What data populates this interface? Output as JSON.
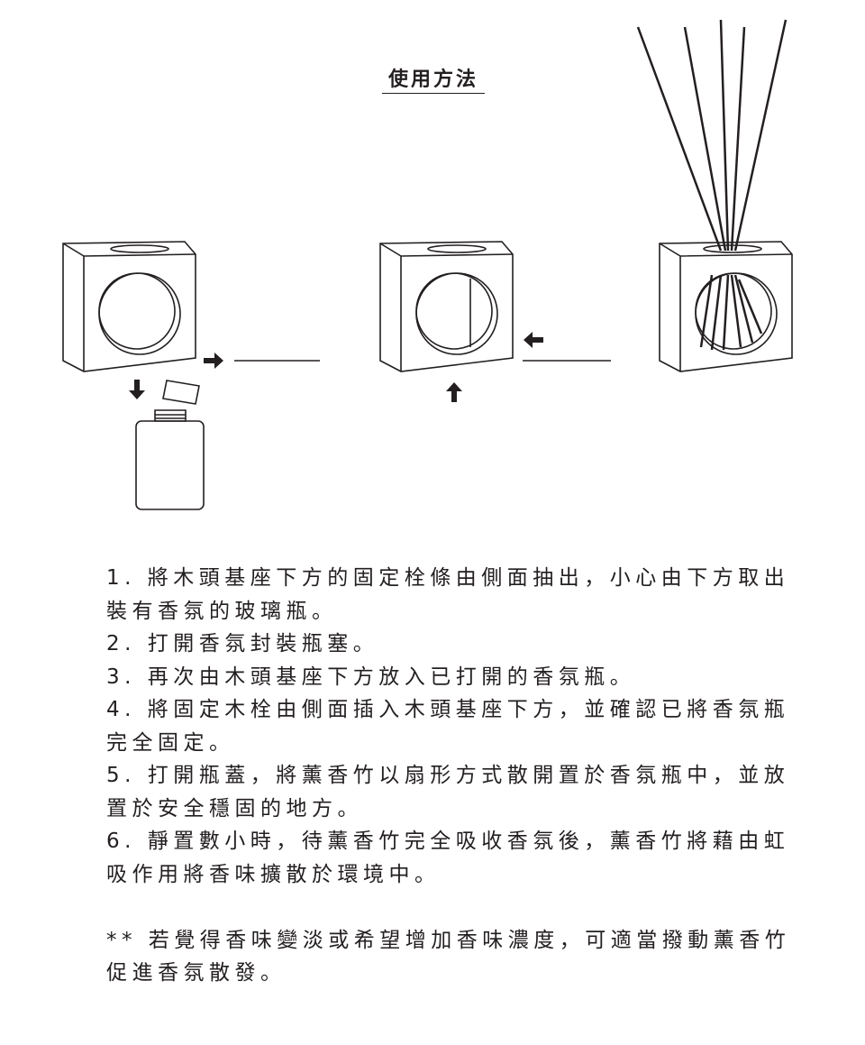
{
  "title": "使用方法",
  "steps": [
    [
      "1. 將木頭基座下方的固定栓條由側面抽出，小心由下方取出",
      "裝有香氛的玻璃瓶。"
    ],
    [
      "2. 打開香氛封裝瓶塞。"
    ],
    [
      "3. 再次由木頭基座下方放入已打開的香氛瓶。"
    ],
    [
      "4. 將固定木栓由側面插入木頭基座下方，並確認已將香氛瓶",
      "完全固定。"
    ],
    [
      "5. 打開瓶蓋，將薰香竹以扇形方式散開置於香氛瓶中，並放",
      "置於安全穩固的地方。"
    ],
    [
      "6. 靜置數小時，待薰香竹完全吸收香氛後，薰香竹將藉由虹",
      "吸作用將香味擴散於環境中。"
    ]
  ],
  "note": [
    "** 若覺得香味變淡或希望增加香味濃度，可適當撥動薰香竹",
    "促進香氛散發。"
  ],
  "colors": {
    "ink": "#231f20",
    "background": "#ffffff"
  }
}
